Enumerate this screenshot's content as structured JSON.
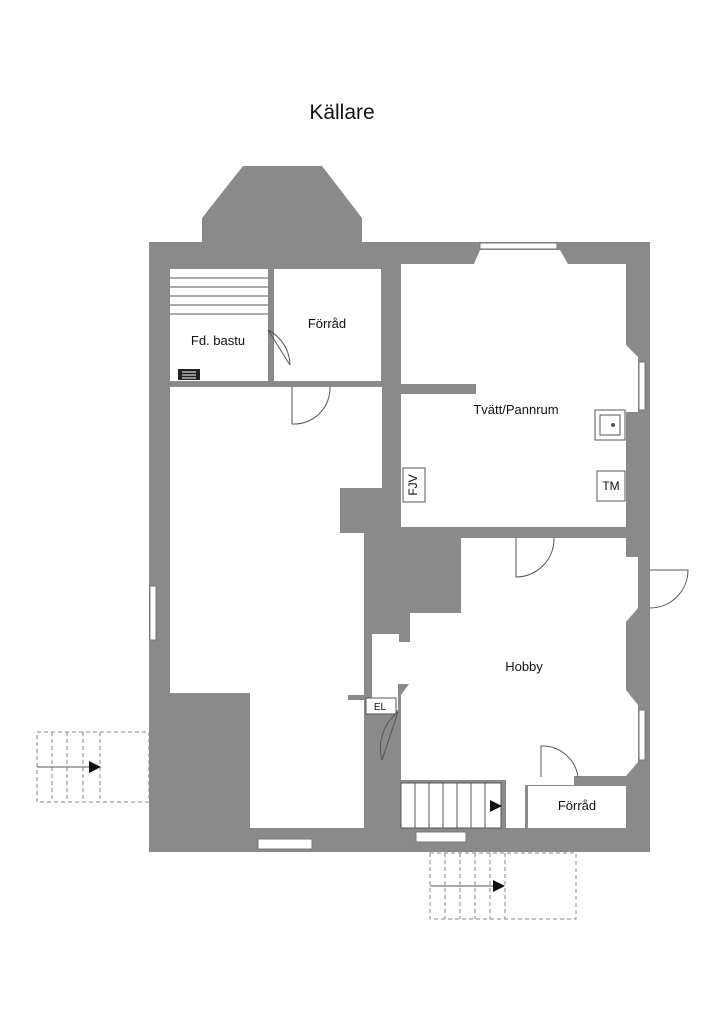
{
  "title": "Källare",
  "rooms": {
    "sauna": "Fd. bastu",
    "storage_top": "Förråd",
    "laundry": "Tvätt/Pannrum",
    "hobby": "Hobby",
    "storage_bottom": "Förråd"
  },
  "fixtures": {
    "fjv": "FJV",
    "tm": "TM",
    "el": "EL"
  },
  "colors": {
    "wall": "#8a8a8a",
    "floor": "#ffffff",
    "line": "#555555"
  }
}
